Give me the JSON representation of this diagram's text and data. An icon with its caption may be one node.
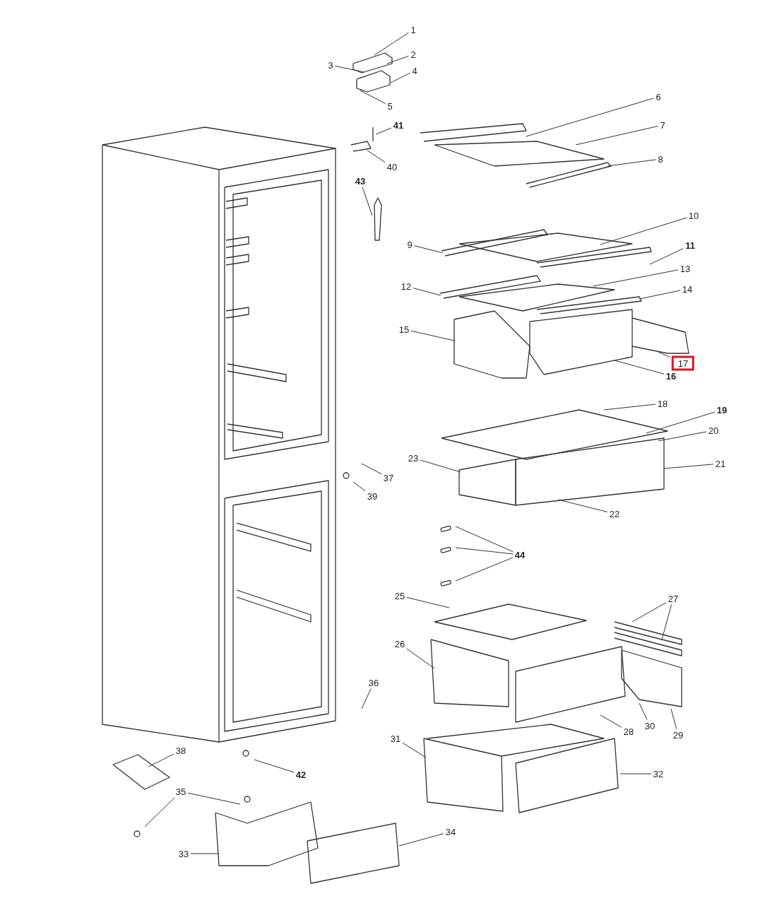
{
  "diagram": {
    "nodes": [
      {
        "text": [
          "1"
        ]
      },
      {
        "text": [
          "2"
        ]
      },
      {
        "text": [
          "3"
        ]
      },
      {
        "text": [
          "4"
        ]
      },
      {
        "text": [
          "5"
        ]
      },
      {
        "text": [
          "6"
        ]
      },
      {
        "text": [
          "7"
        ]
      },
      {
        "text": [
          "8"
        ]
      },
      {
        "text": [
          "9"
        ]
      },
      {
        "text": [
          "10"
        ]
      },
      {
        "text": [
          "11"
        ]
      },
      {
        "text": [
          "12"
        ]
      },
      {
        "text": [
          "13"
        ]
      },
      {
        "text": [
          "14"
        ]
      },
      {
        "text": [
          "15"
        ]
      },
      {
        "text": [
          "16"
        ]
      },
      {
        "text": [
          "17"
        ]
      },
      {
        "text": [
          "18"
        ]
      },
      {
        "text": [
          "19"
        ]
      },
      {
        "text": [
          "20"
        ]
      },
      {
        "text": [
          "21"
        ]
      },
      {
        "text": [
          "22"
        ]
      },
      {
        "text": [
          "23"
        ]
      },
      {
        "text": [
          "25"
        ]
      },
      {
        "text": [
          "26"
        ]
      },
      {
        "text": [
          "27"
        ]
      },
      {
        "text": [
          "28"
        ]
      },
      {
        "text": [
          "29"
        ]
      },
      {
        "text": [
          "30"
        ]
      },
      {
        "text": [
          "31"
        ]
      },
      {
        "text": [
          "32"
        ]
      },
      {
        "text": [
          "33"
        ]
      },
      {
        "text": [
          "34"
        ]
      },
      {
        "text": [
          "35"
        ]
      },
      {
        "text": [
          "36"
        ]
      },
      {
        "text": [
          "37"
        ]
      },
      {
        "text": [
          "38"
        ]
      },
      {
        "text": [
          "39"
        ]
      },
      {
        "text": [
          "40"
        ]
      },
      {
        "text": [
          "41"
        ]
      },
      {
        "text": [
          "42"
        ]
      },
      {
        "text": [
          "43"
        ]
      },
      {
        "text": [
          "44"
        ]
      }
    ],
    "edges": [
      {
        "from": 0,
        "to": null,
        "arrow": "none"
      },
      {
        "from": 1,
        "to": null,
        "arrow": "none"
      },
      {
        "from": 2,
        "to": null,
        "arrow": "none"
      },
      {
        "from": 3,
        "to": null,
        "arrow": "none"
      },
      {
        "from": 4,
        "to": null,
        "arrow": "none"
      },
      {
        "from": 5,
        "to": null,
        "arrow": "none"
      },
      {
        "from": 6,
        "to": null,
        "arrow": "none"
      },
      {
        "from": 7,
        "to": null,
        "arrow": "none"
      },
      {
        "from": 8,
        "to": null,
        "arrow": "none"
      },
      {
        "from": 9,
        "to": null,
        "arrow": "none"
      },
      {
        "from": 10,
        "to": null,
        "arrow": "none"
      },
      {
        "from": 11,
        "to": null,
        "arrow": "none"
      },
      {
        "from": 12,
        "to": null,
        "arrow": "none"
      },
      {
        "from": 13,
        "to": null,
        "arrow": "none"
      },
      {
        "from": 14,
        "to": null,
        "arrow": "none"
      },
      {
        "from": 15,
        "to": null,
        "arrow": "none"
      },
      {
        "from": 16,
        "to": null,
        "arrow": "none"
      },
      {
        "from": 17,
        "to": null,
        "arrow": "none"
      },
      {
        "from": 18,
        "to": null,
        "arrow": "none"
      },
      {
        "from": 19,
        "to": null,
        "arrow": "none"
      },
      {
        "from": 20,
        "to": null,
        "arrow": "none"
      },
      {
        "from": 21,
        "to": null,
        "arrow": "none"
      },
      {
        "from": 22,
        "to": null,
        "arrow": "none"
      },
      {
        "from": 23,
        "to": null,
        "arrow": "none"
      },
      {
        "from": 24,
        "to": null,
        "arrow": "none"
      },
      {
        "from": 25,
        "to": null,
        "arrow": "none"
      },
      {
        "from": 25,
        "to": null,
        "arrow": "none"
      },
      {
        "from": 26,
        "to": null,
        "arrow": "none"
      },
      {
        "from": 27,
        "to": null,
        "arrow": "none"
      },
      {
        "from": 28,
        "to": null,
        "arrow": "none"
      },
      {
        "from": 29,
        "to": null,
        "arrow": "none"
      },
      {
        "from": 30,
        "to": null,
        "arrow": "none"
      },
      {
        "from": 31,
        "to": null,
        "arrow": "none"
      },
      {
        "from": 32,
        "to": null,
        "arrow": "none"
      },
      {
        "from": 33,
        "to": null,
        "arrow": "none"
      },
      {
        "from": 33,
        "to": null,
        "arrow": "none"
      },
      {
        "from": 34,
        "to": null,
        "arrow": "none"
      },
      {
        "from": 35,
        "to": null,
        "arrow": "none"
      },
      {
        "from": 36,
        "to": null,
        "arrow": "none"
      },
      {
        "from": 37,
        "to": null,
        "arrow": "none"
      },
      {
        "from": 38,
        "to": null,
        "arrow": "none"
      },
      {
        "from": 39,
        "to": null,
        "arrow": "none"
      },
      {
        "from": 40,
        "to": null,
        "arrow": "none"
      },
      {
        "from": 41,
        "to": null,
        "arrow": "none"
      },
      {
        "from": 42,
        "to": null,
        "arrow": "none"
      },
      {
        "from": 42,
        "to": null,
        "arrow": "none"
      },
      {
        "from": 42,
        "to": null,
        "arrow": "none"
      }
    ]
  }
}
